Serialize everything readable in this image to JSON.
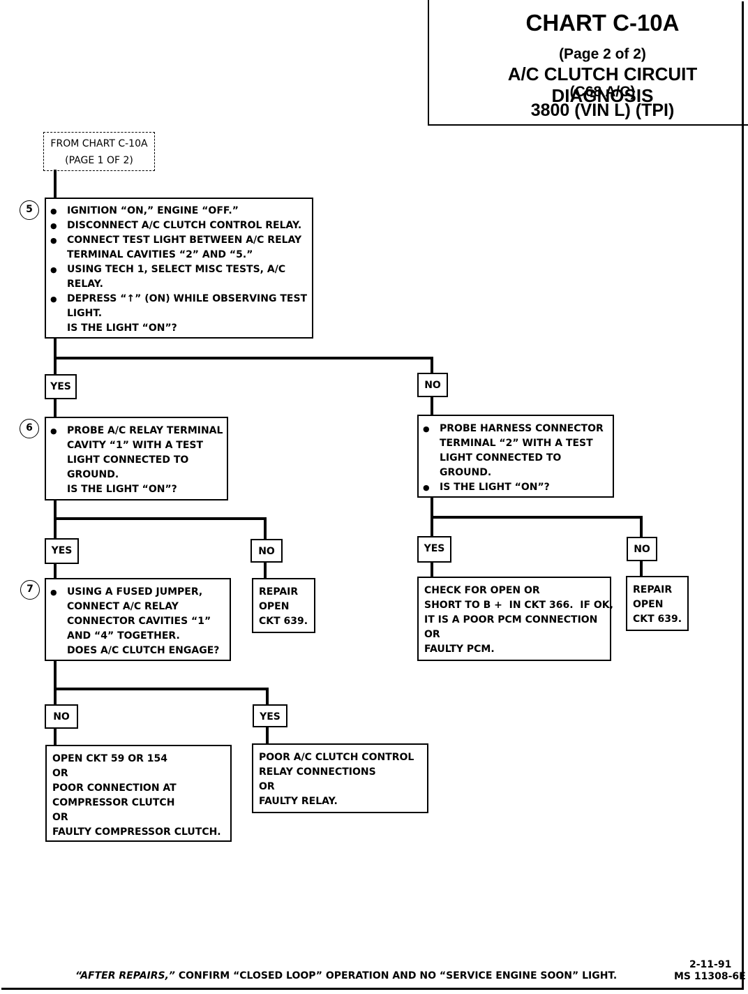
{
  "title": {
    "chart": "CHART C-10A",
    "page": "(Page 2 of 2)",
    "main": "A/C CLUTCH CIRCUIT DIAGNOSIS",
    "sub": "(C68 A/C)",
    "engine": "3800 (VIN L) (TPI)"
  },
  "from_chart": {
    "line1": "FROM CHART C-10A",
    "line2": "(PAGE 1 OF 2)"
  },
  "steps": {
    "s5": {
      "number": "5",
      "bullets": [
        "IGNITION “ON,” ENGINE “OFF.”",
        "DISCONNECT A/C CLUTCH CONTROL RELAY.",
        "CONNECT TEST LIGHT BETWEEN A/C RELAY TERMINAL CAVITIES “2” AND “5.”",
        "USING TECH 1, SELECT MISC TESTS, A/C RELAY.",
        "DEPRESS “↑” (ON) WHILE OBSERVING TEST LIGHT."
      ],
      "question": "IS THE LIGHT “ON”?"
    },
    "s6": {
      "number": "6",
      "bullet": "PROBE A/C RELAY TERMINAL CAVITY “1” WITH A TEST LIGHT CONNECTED TO GROUND.",
      "question": "IS THE LIGHT “ON”?"
    },
    "s7": {
      "number": "7",
      "bullet": "USING A FUSED JUMPER, CONNECT A/C RELAY CONNECTOR CAVITIES “1” AND “4” TOGETHER.",
      "question": "DOES A/C CLUTCH ENGAGE?"
    },
    "harness": {
      "bullet1": "PROBE HARNESS CONNECTOR TERMINAL “2” WITH A TEST LIGHT CONNECTED TO GROUND.",
      "bullet2": "IS THE LIGHT “ON”?"
    }
  },
  "labels": {
    "yes": "YES",
    "no": "NO"
  },
  "results": {
    "repair_a": [
      "REPAIR",
      "OPEN",
      "CKT 639."
    ],
    "repair_b": [
      "REPAIR",
      "OPEN",
      "CKT 639."
    ],
    "check_open": [
      "CHECK FOR OPEN OR",
      "SHORT TO B +  IN CKT 366.  IF OK,",
      "IT IS A POOR PCM CONNECTION",
      "OR",
      "FAULTY PCM."
    ],
    "open_ckt": [
      "OPEN CKT 59 OR 154",
      "OR",
      "POOR CONNECTION AT",
      "COMPRESSOR CLUTCH",
      "OR",
      "FAULTY COMPRESSOR CLUTCH."
    ],
    "poor_relay": [
      "POOR A/C CLUTCH CONTROL",
      "RELAY CONNECTIONS",
      "OR",
      "FAULTY RELAY."
    ]
  },
  "footer": {
    "after_repairs": "“AFTER REPAIRS,”",
    "text": "CONFIRM “CLOSED LOOP” OPERATION AND NO “SERVICE ENGINE SOON” LIGHT.",
    "date": "2-11-91",
    "ms": "MS 11308-6E"
  }
}
